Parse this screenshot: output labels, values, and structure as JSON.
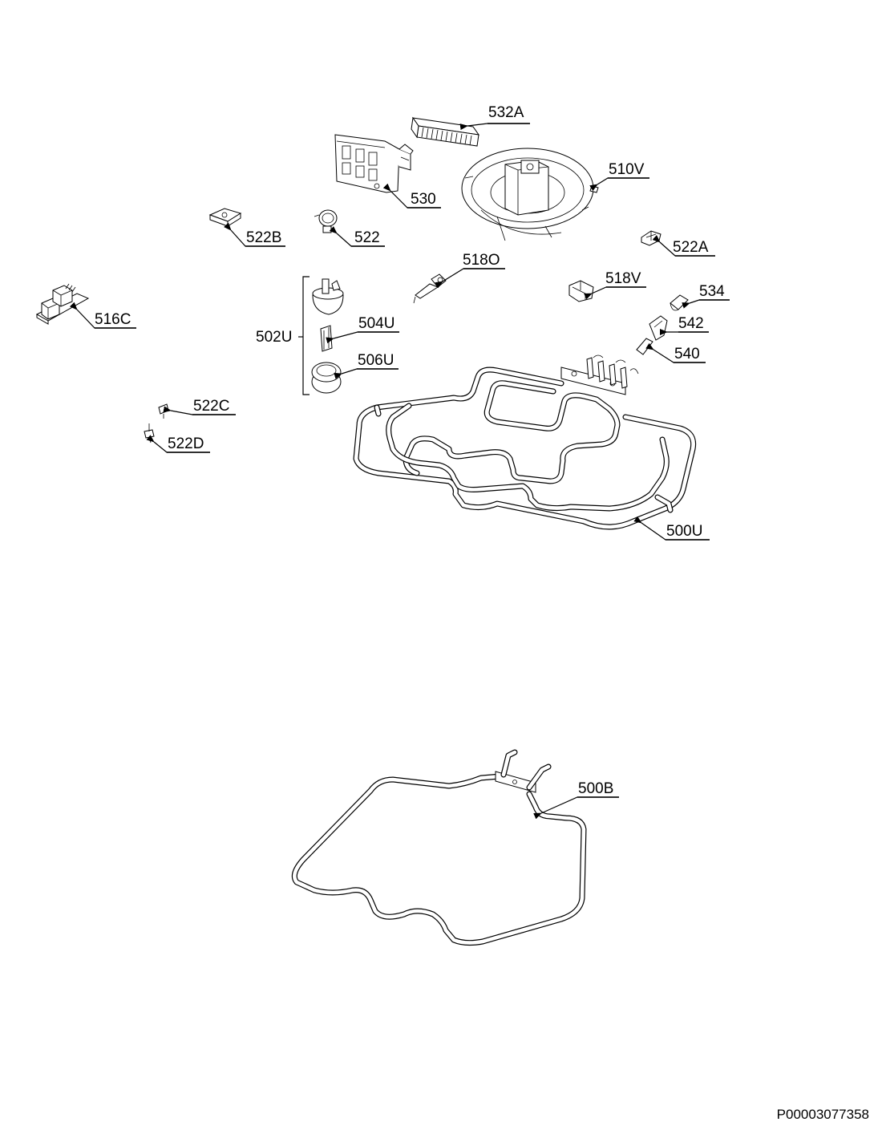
{
  "labels": {
    "p532A": "532A",
    "p510V": "510V",
    "p530": "530",
    "p522B": "522B",
    "p522": "522",
    "p522A": "522A",
    "p518O": "518O",
    "p518V": "518V",
    "p534": "534",
    "p516C": "516C",
    "p502U": "502U",
    "p504U": "504U",
    "p542": "542",
    "p540": "540",
    "p506U": "506U",
    "p522C": "522C",
    "p522D": "522D",
    "p500U": "500U",
    "p500B": "500B"
  },
  "document_id": "P00003077358"
}
